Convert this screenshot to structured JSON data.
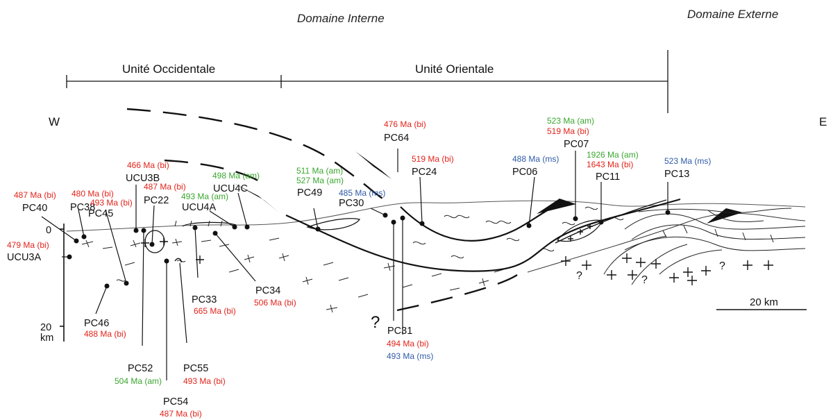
{
  "header": {
    "domaine_interne": "Domaine Interne",
    "domaine_externe": "Domaine Externe",
    "unite_occidentale": "Unité Occidentale",
    "unite_orientale": "Unité Orientale",
    "west": "W",
    "east": "E"
  },
  "depth_axis": {
    "top": "0",
    "bottom": "20",
    "unit": "km"
  },
  "scale_bar": {
    "label": "20 km"
  },
  "colors": {
    "bi": "#e2231a",
    "am": "#3aa62f",
    "ms": "#2e5aa8",
    "line": "#111111"
  },
  "samples": [
    {
      "id": "PC40",
      "ages": [
        {
          "text": "487 Ma (bi)",
          "mineral": "bi"
        }
      ]
    },
    {
      "id": "UCU3A",
      "ages": [
        {
          "text": "479 Ma (bi)",
          "mineral": "bi"
        }
      ]
    },
    {
      "id": "PC38",
      "ages": [
        {
          "text": "480 Ma (bi)",
          "mineral": "bi"
        }
      ]
    },
    {
      "id": "PC45",
      "ages": [
        {
          "text": "493 Ma (bi)",
          "mineral": "bi"
        }
      ]
    },
    {
      "id": "UCU3B",
      "ages": [
        {
          "text": "466 Ma (bi)",
          "mineral": "bi"
        }
      ]
    },
    {
      "id": "PC22",
      "ages": [
        {
          "text": "487 Ma (bi)",
          "mineral": "bi"
        }
      ]
    },
    {
      "id": "UCU4A",
      "ages": [
        {
          "text": "493 Ma (am)",
          "mineral": "am"
        }
      ]
    },
    {
      "id": "UCU4C",
      "ages": [
        {
          "text": "498 Ma (am)",
          "mineral": "am"
        }
      ]
    },
    {
      "id": "PC49",
      "ages": [
        {
          "text": "511 Ma (am)",
          "mineral": "am"
        },
        {
          "text": "527 Ma (am)",
          "mineral": "am"
        }
      ]
    },
    {
      "id": "PC30",
      "ages": [
        {
          "text": "485 Ma (ms)",
          "mineral": "ms"
        }
      ]
    },
    {
      "id": "PC64",
      "ages": [
        {
          "text": "476 Ma (bi)",
          "mineral": "bi"
        }
      ]
    },
    {
      "id": "PC24",
      "ages": [
        {
          "text": "519 Ma (bi)",
          "mineral": "bi"
        }
      ]
    },
    {
      "id": "PC06",
      "ages": [
        {
          "text": "488 Ma (ms)",
          "mineral": "ms"
        }
      ]
    },
    {
      "id": "PC07",
      "ages": [
        {
          "text": "523 Ma (am)",
          "mineral": "am"
        },
        {
          "text": "519 Ma (bi)",
          "mineral": "bi"
        }
      ]
    },
    {
      "id": "PC11",
      "ages": [
        {
          "text": "1926 Ma (am)",
          "mineral": "am"
        },
        {
          "text": "1643 Ma (bi)",
          "mineral": "bi"
        }
      ]
    },
    {
      "id": "PC13",
      "ages": [
        {
          "text": "523 Ma (ms)",
          "mineral": "ms"
        }
      ]
    },
    {
      "id": "PC46",
      "ages": [
        {
          "text": "488 Ma (bi)",
          "mineral": "bi"
        }
      ]
    },
    {
      "id": "PC52",
      "ages": [
        {
          "text": "504 Ma (am)",
          "mineral": "am"
        }
      ]
    },
    {
      "id": "PC54",
      "ages": [
        {
          "text": "487 Ma (bi)",
          "mineral": "bi"
        }
      ]
    },
    {
      "id": "PC55",
      "ages": [
        {
          "text": "493 Ma (bi)",
          "mineral": "bi"
        }
      ]
    },
    {
      "id": "PC33",
      "ages": [
        {
          "text": "665 Ma (bi)",
          "mineral": "bi"
        }
      ]
    },
    {
      "id": "PC34",
      "ages": [
        {
          "text": "506 Ma (bi)",
          "mineral": "bi"
        }
      ]
    },
    {
      "id": "PC31",
      "ages": [
        {
          "text": "494 Ma (bi)",
          "mineral": "bi"
        },
        {
          "text": "493 Ma (ms)",
          "mineral": "ms"
        }
      ]
    }
  ],
  "question_mark": "?"
}
